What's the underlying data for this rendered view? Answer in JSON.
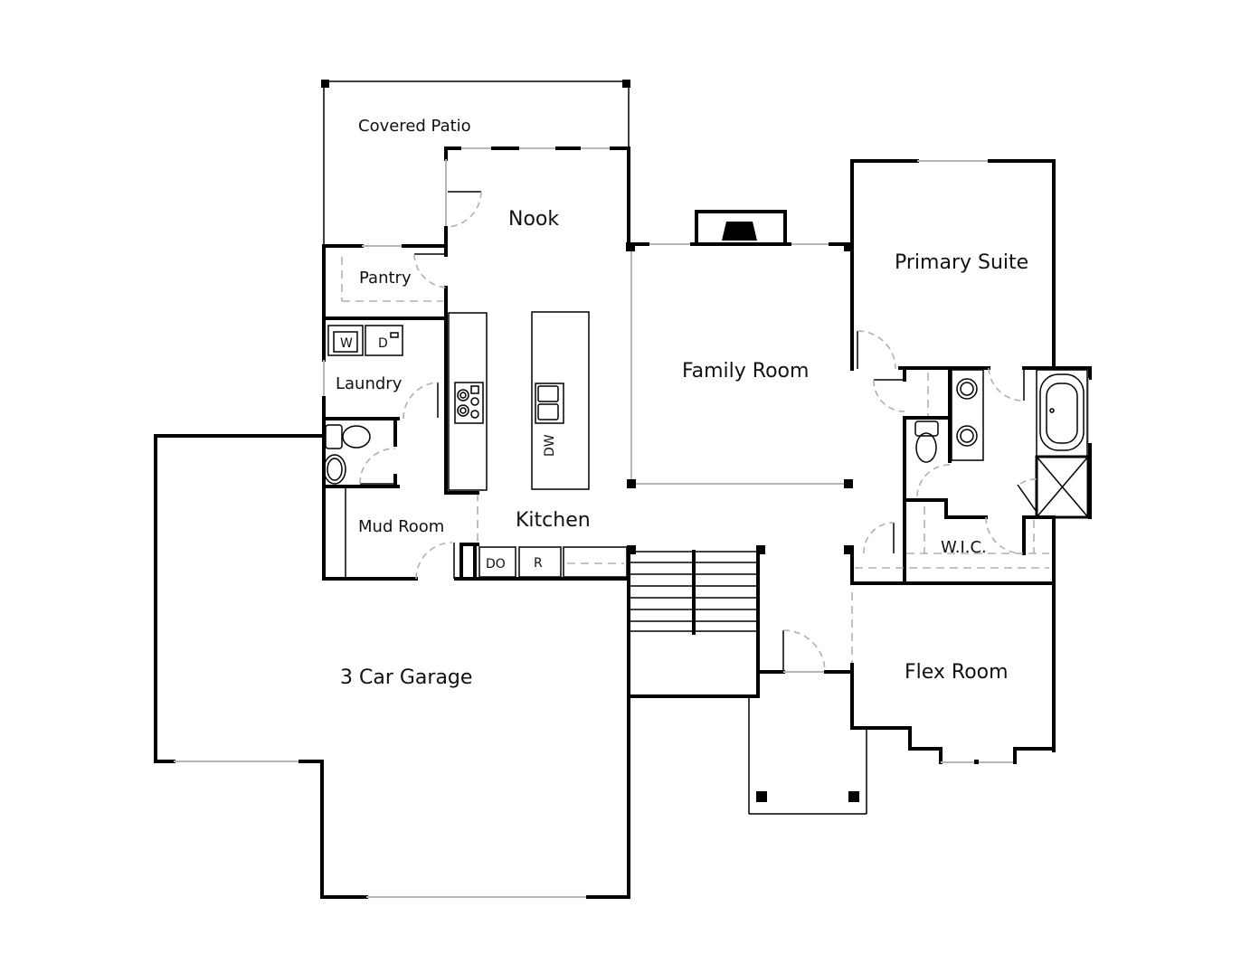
{
  "floorplan": {
    "rooms": [
      {
        "id": "covered-patio",
        "label": "Covered Patio"
      },
      {
        "id": "nook",
        "label": "Nook"
      },
      {
        "id": "pantry",
        "label": "Pantry"
      },
      {
        "id": "laundry",
        "label": "Laundry"
      },
      {
        "id": "kitchen",
        "label": "Kitchen"
      },
      {
        "id": "mud-room",
        "label": "Mud Room"
      },
      {
        "id": "family-room",
        "label": "Family Room"
      },
      {
        "id": "primary-suite",
        "label": "Primary Suite"
      },
      {
        "id": "wic",
        "label": "W.I.C."
      },
      {
        "id": "flex-room",
        "label": "Flex Room"
      },
      {
        "id": "garage",
        "label": "3 Car Garage"
      }
    ],
    "appliances": {
      "washer": "W",
      "dryer": "D",
      "dishwasher": "DW",
      "double_oven": "DO",
      "refrigerator": "R"
    },
    "colors": {
      "wall": "#000000",
      "window": "#b8b8b8",
      "door_swing": "#b0b0b0",
      "background": "#ffffff"
    }
  }
}
